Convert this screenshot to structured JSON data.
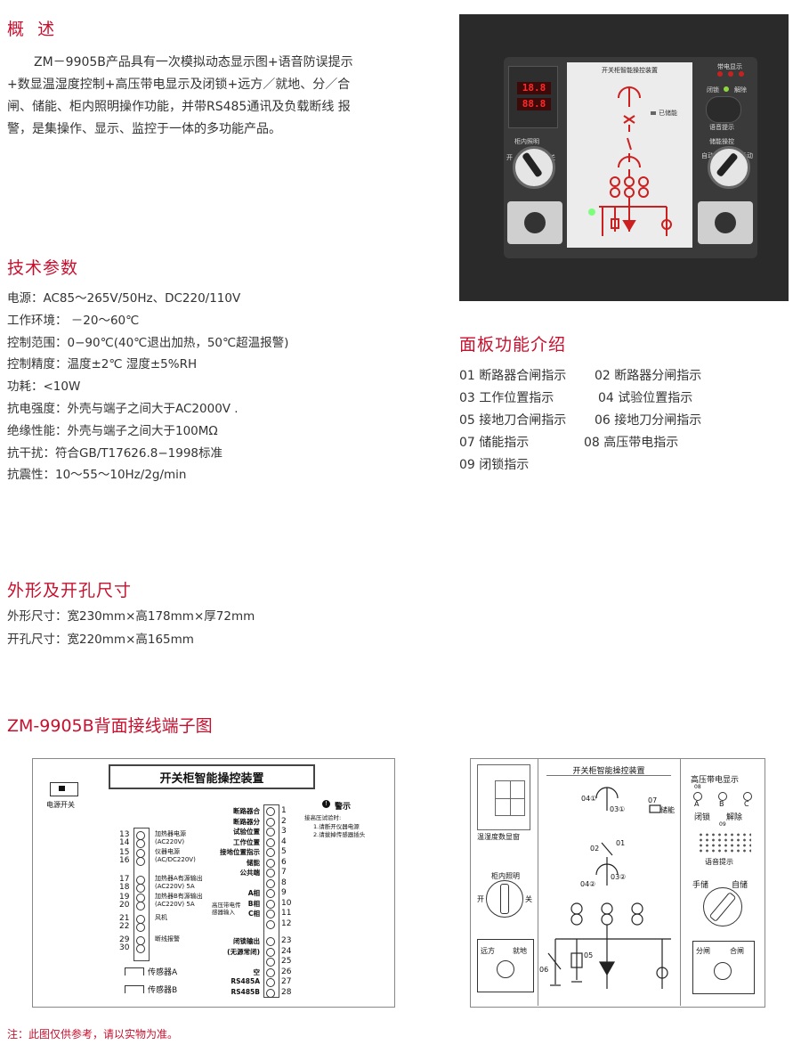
{
  "overview": {
    "title": "概  述",
    "lines": [
      "ZM－9905B产品具有一次模拟动态显示图+语音防误提示",
      "+数显温湿度控制+高压带电显示及闭锁+远方／就地、分／合",
      "闸、储能、柜内照明操作功能，并带RS485通讯及负载断线  报",
      "警，是集操作、显示、监控于一体的多功能产品。"
    ]
  },
  "tech": {
    "title": "技术参数",
    "items": [
      "电源：AC85～265V/50Hz、DC220/110V",
      "工作环境：  －20～60℃",
      "控制范围：0−90℃(40℃退出加热，50℃超温报警)",
      "控制精度：温度±2℃  湿度±5%RH",
      "功耗：<10W",
      "抗电强度：外壳与端子之间大于AC2000V    .",
      "绝缘性能：外壳与端子之间大于100MΩ",
      "抗干扰：符合GB/T17626.8−1998标准",
      "抗震性：10～55～10Hz/2g/min"
    ]
  },
  "size": {
    "title": "外形及开孔尺寸",
    "items": [
      "外形尺寸：宽230mm×高178mm×厚72mm",
      "开孔尺寸：宽220mm×高165mm"
    ]
  },
  "panel_func": {
    "title": "面板功能介绍",
    "rows": [
      [
        "01 断路器合闸指示",
        "02 断路器分闸指示"
      ],
      [
        "03 工作位置指示",
        "04 试验位置指示"
      ],
      [
        "05 接地刀合闸指示",
        "06 接地刀分闸指示"
      ],
      [
        "07 储能指示",
        "08 高压带电指示"
      ],
      [
        "09 闭锁指示",
        ""
      ]
    ]
  },
  "photo": {
    "mimic_title": "开关柜智能操控装置",
    "lcd_top": "18.8",
    "lcd_bottom": "88.8",
    "knob_left_label": "柜内照明",
    "knob_left_on": "开",
    "knob_left_off": "关",
    "knob_right_label": "储能操控",
    "knob_right_auto": "自动",
    "knob_right_manual": "手动",
    "status_label": "带电显示",
    "lock_label": "闭锁",
    "unlock_label": "解除",
    "voice_label": "语音提示",
    "work_label": "已储能"
  },
  "wiring": {
    "title": "ZM-9905B背面接线端子图",
    "device_title": "开关柜智能操控装置",
    "power_switch": "电源开关",
    "warning_title": "警示",
    "warning_lines": [
      "接高压试验时:",
      "1.请断开仪器电源",
      "2.请拔掉传感器插头"
    ],
    "left_groups": [
      {
        "nums": [
          "13",
          "14"
        ],
        "label": "加热器电源\n(AC220V)"
      },
      {
        "nums": [
          "15",
          "16"
        ],
        "label": "仪器电源\n(AC/DC220V)"
      },
      {
        "nums": [
          "17",
          "18"
        ],
        "label": "加热器A有源输出\n(AC220V) 5A"
      },
      {
        "nums": [
          "19",
          "20"
        ],
        "label": "加热器B有源输出\n(AC220V) 5A"
      },
      {
        "nums": [
          "21",
          "22"
        ],
        "label": "风机"
      },
      {
        "nums": [
          "29",
          "30"
        ],
        "label": "断线报警"
      }
    ],
    "sensor_a": "传感器A",
    "sensor_b": "传感器B",
    "right_labels": [
      {
        "num": "1",
        "label": "断路器合"
      },
      {
        "num": "2",
        "label": "断路器分"
      },
      {
        "num": "3",
        "label": "试验位置"
      },
      {
        "num": "4",
        "label": "工作位置"
      },
      {
        "num": "5",
        "label": "接地位置指示"
      },
      {
        "num": "6",
        "label": "储能"
      },
      {
        "num": "7",
        "label": "公共端"
      },
      {
        "num": "8",
        "label": ""
      },
      {
        "num": "9",
        "label": "A相"
      },
      {
        "num": "10",
        "label": "B相"
      },
      {
        "num": "11",
        "label": "C相"
      },
      {
        "num": "12",
        "label": ""
      },
      {
        "num": "23",
        "label": "闭锁输出"
      },
      {
        "num": "24",
        "label": "(无源常闭)"
      },
      {
        "num": "25",
        "label": ""
      },
      {
        "num": "26",
        "label": "空"
      },
      {
        "num": "27",
        "label": "RS485A"
      },
      {
        "num": "28",
        "label": "RS485B"
      }
    ],
    "hv_sensor_label": "高压带电传感器输入",
    "front_title": "开关柜智能操控装置",
    "front_lcd_label": "温湿度数显窗",
    "front_hv_label": "高压带电显示",
    "front_abc": [
      "A",
      "B",
      "C"
    ],
    "front_lock": "闭锁",
    "front_unlock": "解除",
    "front_voice": "语音提示",
    "front_knob_light": "柜内照明",
    "front_knob_on": "开",
    "front_knob_off": "关",
    "front_manual": "手储",
    "front_auto": "自储",
    "front_remote": "远方",
    "front_local": "就地",
    "front_open": "分闸",
    "front_close": "合闸",
    "front_store": "储能",
    "front_nums": [
      "04①",
      "03①",
      "07",
      "02",
      "01",
      "04②",
      "03②",
      "05",
      "06",
      "08",
      "09"
    ]
  },
  "footnote": "注：此图仅供参考，请以实物为准。"
}
